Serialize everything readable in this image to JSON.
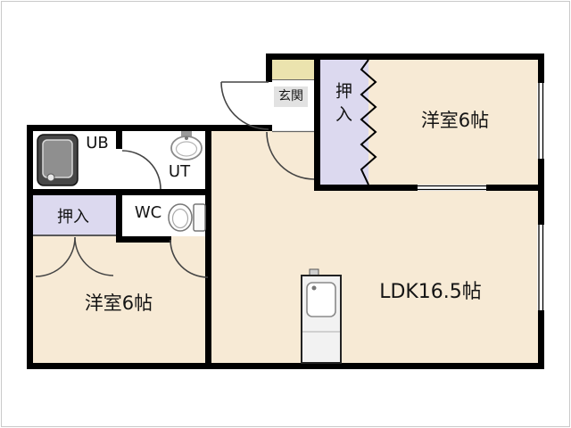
{
  "floorplan": {
    "rooms": {
      "genkan": {
        "label": "玄関"
      },
      "oshiire_top": {
        "label": "押入"
      },
      "yoshitsu_top": {
        "label": "洋室6帖"
      },
      "ub": {
        "label": "UB"
      },
      "ut": {
        "label": "UT"
      },
      "wc": {
        "label": "WC"
      },
      "oshiire_left": {
        "label": "押入"
      },
      "yoshitsu_bottom": {
        "label": "洋室6帖"
      },
      "ldk": {
        "label": "LDK16.5帖"
      }
    },
    "colors": {
      "wall": "#000000",
      "room_floor": "#f7ead5",
      "closet_floor": "#dcd9ef",
      "service_floor": "#ffffff",
      "shoe_cabinet": "#ebe3ae",
      "genkan_label_bg": "#e2e2e2"
    },
    "fixtures": {
      "bathtub": "bathtub-icon",
      "washbasin": "washbasin-icon",
      "toilet": "toilet-icon",
      "kitchen": "kitchen-sink-icon"
    }
  }
}
